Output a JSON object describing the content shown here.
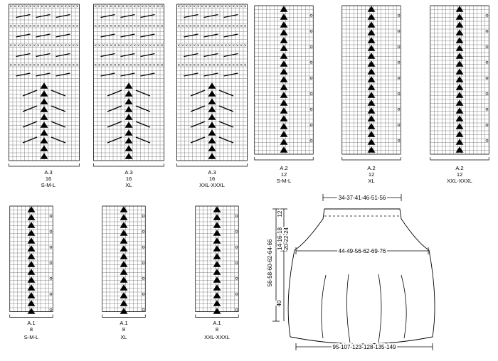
{
  "charts": [
    {
      "id": "A.3",
      "stitches": "16",
      "size": "S-M-L"
    },
    {
      "id": "A.3",
      "stitches": "16",
      "size": "XL"
    },
    {
      "id": "A.3",
      "stitches": "16",
      "size": "XXL-XXXL"
    },
    {
      "id": "A.2",
      "stitches": "12",
      "size": "S-M-L"
    },
    {
      "id": "A.2",
      "stitches": "12",
      "size": "XL"
    },
    {
      "id": "A.2",
      "stitches": "12",
      "size": "XXL-XXXL"
    },
    {
      "id": "A.1",
      "stitches": "8",
      "size": "S-M-L"
    },
    {
      "id": "A.1",
      "stitches": "8",
      "size": "XL"
    },
    {
      "id": "A.1",
      "stitches": "8",
      "size": "XXL-XXXL"
    }
  ],
  "schematic": {
    "waist": "34-37-41-46-51-56",
    "hip": "44-49-56-62-69-76",
    "hem": "95-107-123-128-135-149",
    "total_length": "56-58-60-62-64-66",
    "yoke_top": "12",
    "yoke_mid": "14-16-18",
    "yoke_bottom": "20-22-24",
    "flare_length": "40"
  }
}
